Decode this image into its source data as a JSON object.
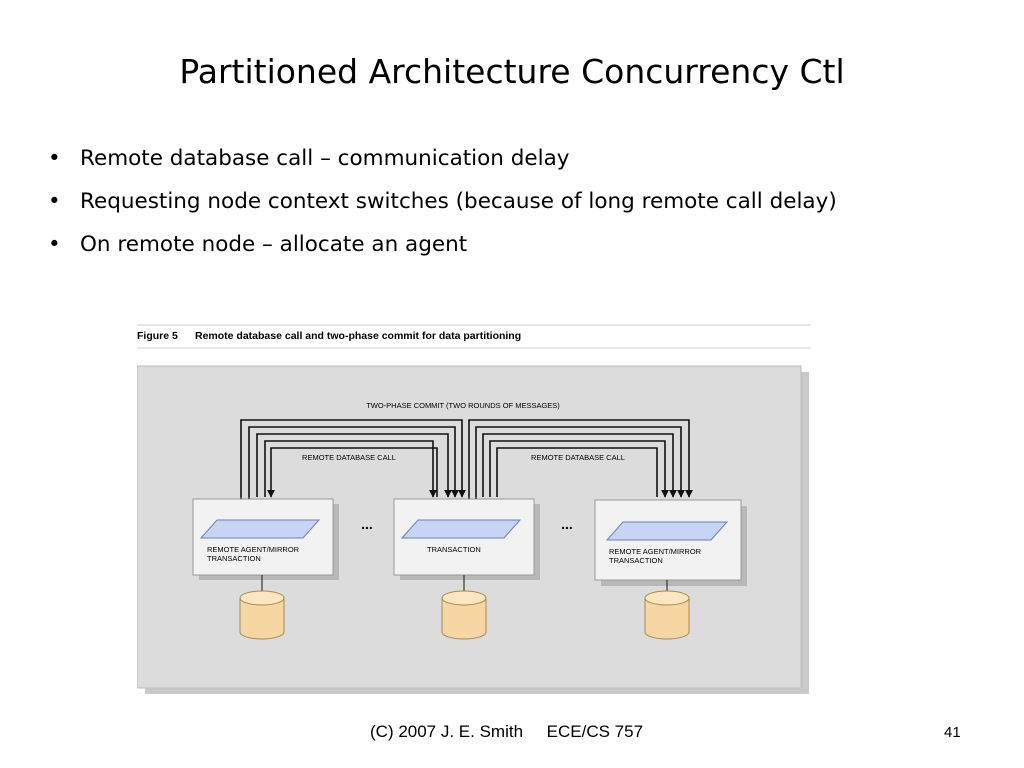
{
  "slide": {
    "title": "Partitioned Architecture Concurrency Ctl",
    "bullets": [
      "Remote database call – communication delay",
      "Requesting node context switches (because of long remote call delay)",
      "On remote node – allocate an agent"
    ],
    "bullet_glyph": "•"
  },
  "figure": {
    "caption_number": "Figure 5",
    "caption_text": "Remote database call and two-phase commit for data partitioning",
    "two_phase_label": "TWO-PHASE COMMIT (TWO ROUNDS OF MESSAGES)",
    "rdc_label_left": "REMOTE DATABASE CALL",
    "rdc_label_right": "REMOTE DATABASE CALL",
    "ellipsis": "...",
    "nodes": [
      {
        "line1": "REMOTE AGENT/MIRROR",
        "line2": "TRANSACTION"
      },
      {
        "line1": "TRANSACTION",
        "line2": ""
      },
      {
        "line1": "REMOTE AGENT/MIRROR",
        "line2": "TRANSACTION"
      }
    ],
    "colors": {
      "background": "#dcdcdc",
      "panel": "#f2f2f2",
      "plane": "#c8d4f4",
      "database": "#f6d7a3"
    }
  },
  "footer": {
    "credit": "(C) 2007 J. E. Smith     ECE/CS 757",
    "page_number": "41"
  }
}
